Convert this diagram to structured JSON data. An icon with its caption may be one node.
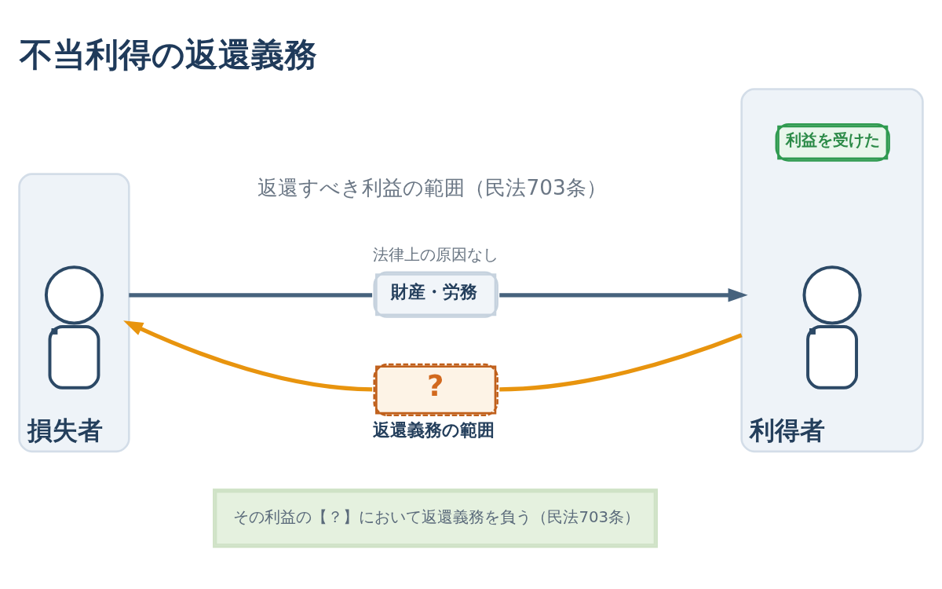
{
  "diagram": {
    "title": "不当利得の返還義務",
    "nodes": [
      {
        "text": [
          "損失者"
        ]
      },
      {
        "text": [],
        "shape": "person",
        "in": 0
      },
      {
        "text": [
          "財産・労務"
        ],
        "beside": [
          "法律上の原因なし"
        ]
      },
      {
        "text": [
          "?"
        ],
        "beside": [
          "返還義務の範囲"
        ]
      },
      {
        "text": [
          "利得者"
        ]
      },
      {
        "text": [
          "利益を受けた"
        ],
        "in": 4
      },
      {
        "text": [],
        "shape": "person",
        "in": 4
      },
      {
        "text": [
          "その利益の【？】において返還義務を負う（民法703条）"
        ]
      }
    ],
    "edges": [
      {
        "from": 0,
        "to": 2,
        "arrow": "none",
        "color": "#46627d"
      },
      {
        "from": 2,
        "to": 4,
        "arrow": "to",
        "color": "#46627d"
      },
      {
        "from": 4,
        "to": 3,
        "arrow": "none",
        "color": "#e8940e"
      },
      {
        "from": 3,
        "to": 0,
        "arrow": "to",
        "color": "#e8940e"
      }
    ],
    "labels": [
      "返還すべき利益の範囲（民法703条）"
    ]
  }
}
